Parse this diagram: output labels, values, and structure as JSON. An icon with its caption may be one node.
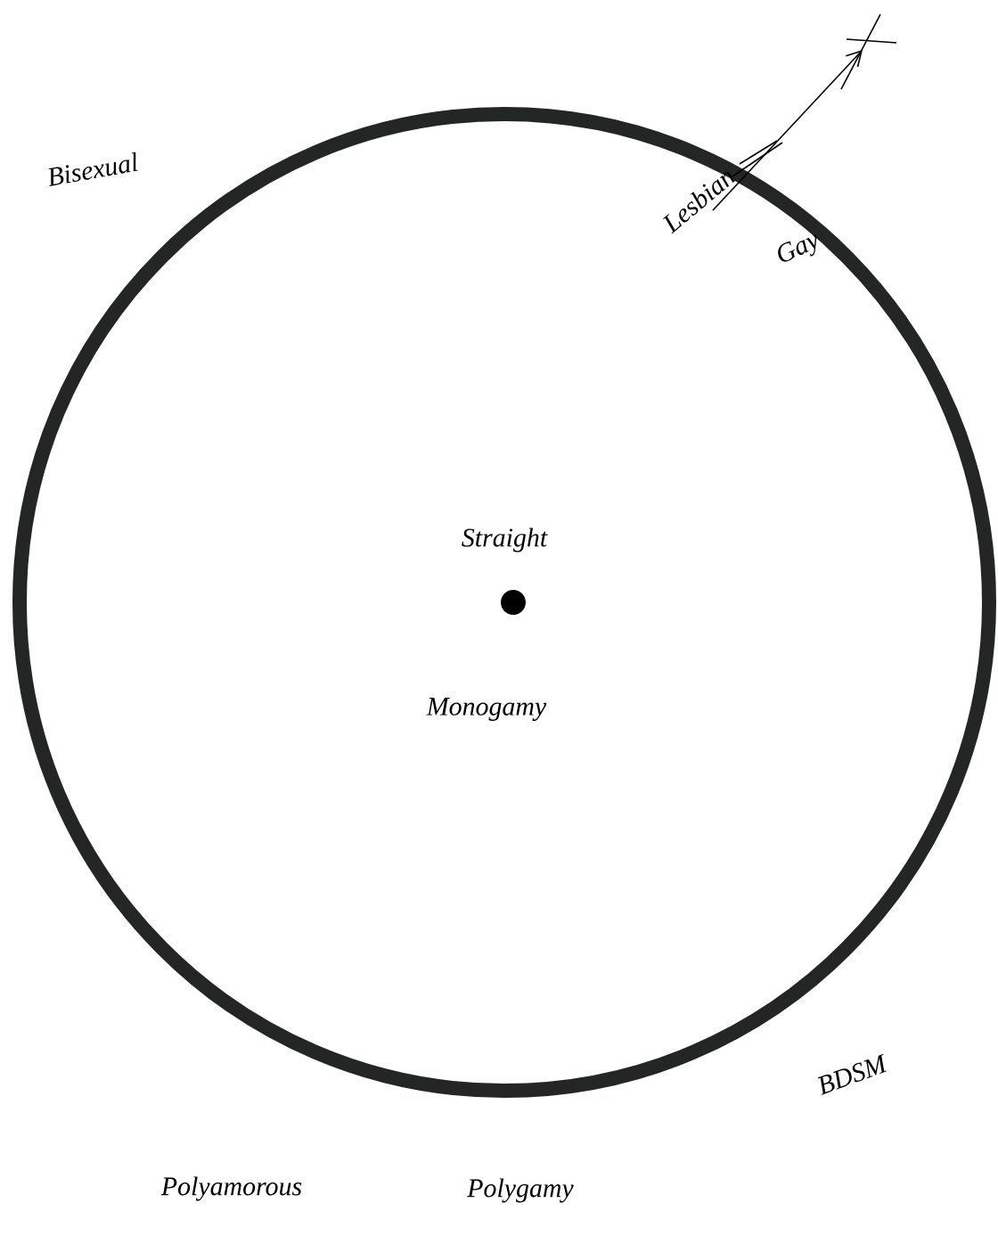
{
  "diagram": {
    "labels": [
      "Bisexual",
      "Lesbian",
      "Gay",
      "Straight",
      "Monogamy",
      "BDSM",
      "Polyamorous",
      "Polygamy"
    ]
  }
}
